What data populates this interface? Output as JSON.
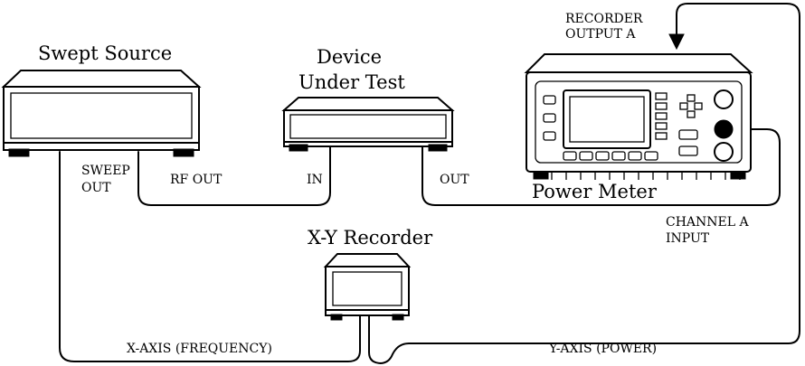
{
  "labels": {
    "swept_source": "Swept Source",
    "device_line1": "Device",
    "device_line2": "Under Test",
    "power_meter": "Power Meter",
    "xy_recorder": "X-Y Recorder",
    "recorder_output_line1": "RECORDER",
    "recorder_output_line2": "OUTPUT A",
    "sweep_out_line1": "SWEEP",
    "sweep_out_line2": "OUT",
    "rf_out": "RF OUT",
    "in": "IN",
    "out": "OUT",
    "channel_a_line1": "CHANNEL A",
    "channel_a_line2": "INPUT",
    "x_axis": "X-AXIS (FREQUENCY)",
    "y_axis": "Y-AXIS (POWER)"
  }
}
